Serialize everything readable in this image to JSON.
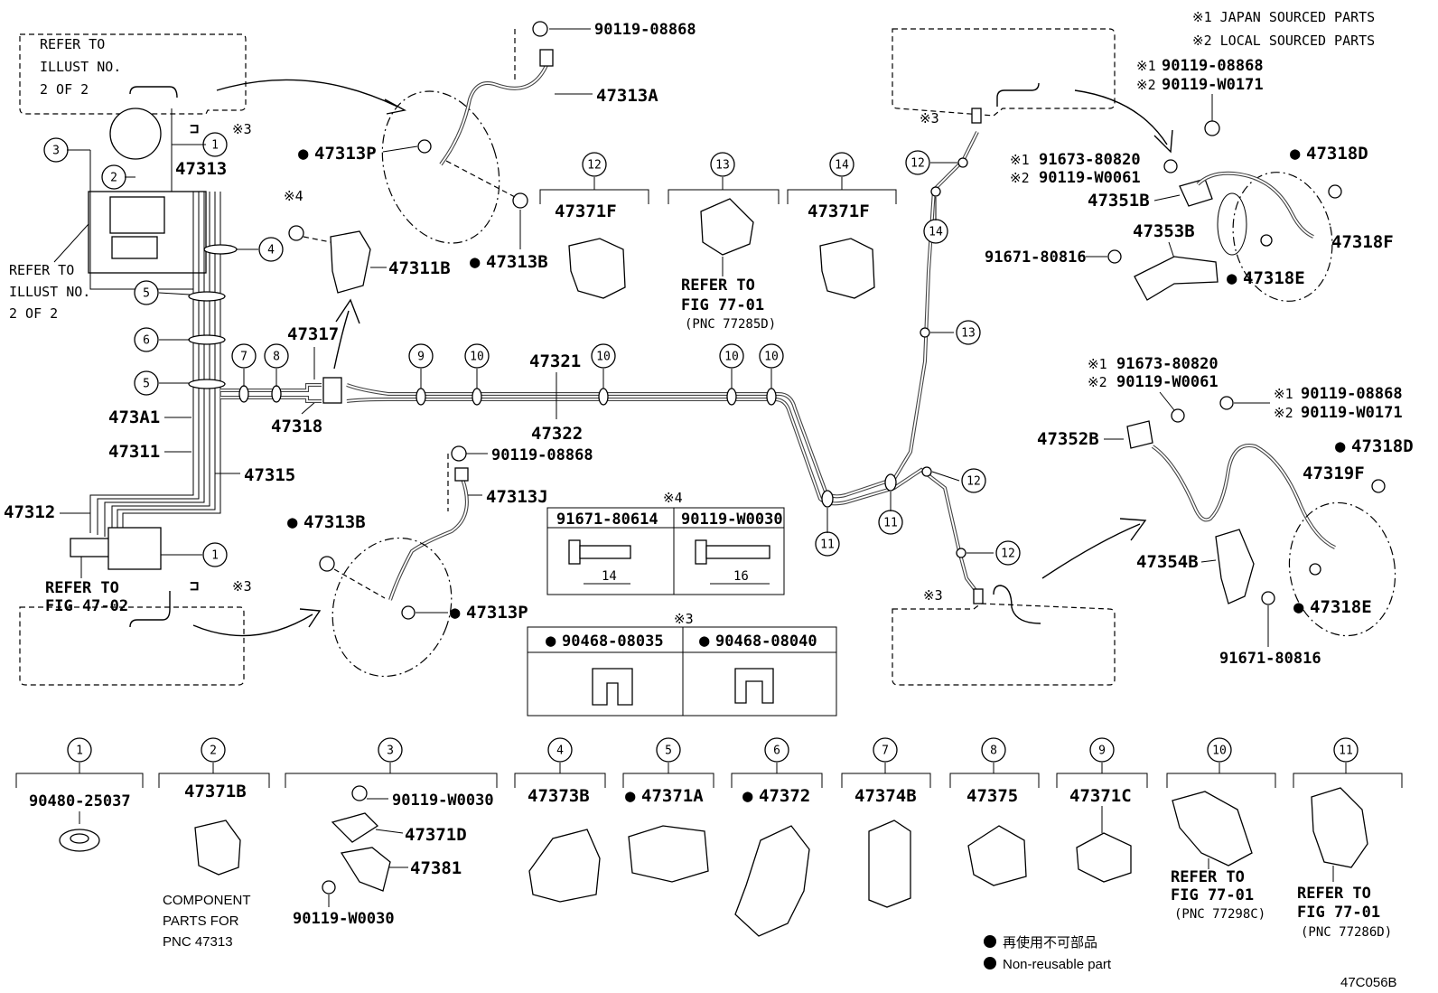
{
  "legend_top": {
    "line1": "※1 JAPAN SOURCED PARTS",
    "line2": "※2 LOCAL SOURCED PARTS"
  },
  "refer_illust": {
    "a1": "REFER TO",
    "a2": "ILLUST NO.",
    "a3": "2 OF 2"
  },
  "refer_fig_47": {
    "l1": "REFER TO",
    "l2": "FIG 47-02"
  },
  "refer_77_13": {
    "l1": "REFER TO",
    "l2": "FIG 77-01",
    "l3": "(PNC 77285D)"
  },
  "refer_77_10": {
    "l1": "REFER TO",
    "l2": "FIG 77-01",
    "l3": "(PNC 77298C)"
  },
  "refer_77_11": {
    "l1": "REFER TO",
    "l2": "FIG 77-01",
    "l3": "(PNC 77286D)"
  },
  "callouts": [
    "1",
    "2",
    "3",
    "4",
    "5",
    "6",
    "7",
    "8",
    "9",
    "10",
    "11",
    "12",
    "13",
    "14"
  ],
  "marks": {
    "m1": "※1",
    "m2": "※2",
    "m3": "※3",
    "m4": "※4",
    "dot": "●"
  },
  "parts": {
    "p90119_08868": "90119-08868",
    "p90119_W0171": "90119-W0171",
    "p90119_W0061": "90119-W0061",
    "p90119_W0030": "90119-W0030",
    "p91673_80820": "91673-80820",
    "p91671_80816": "91671-80816",
    "p91671_80614": "91671-80614",
    "p90468_08035": "90468-08035",
    "p90468_08040": "90468-08040",
    "p90480_25037": "90480-25037",
    "p47313A": "47313A",
    "p47313P": "47313P",
    "p47313B": "47313B",
    "p47313J": "47313J",
    "p47313": "47313",
    "p47311B": "47311B",
    "p47317": "47317",
    "p47318": "47318",
    "p47321": "47321",
    "p47322": "47322",
    "p473A1": "473A1",
    "p47311": "47311",
    "p47315": "47315",
    "p47312": "47312",
    "p47371F": "47371F",
    "p47318D": "47318D",
    "p47318E": "47318E",
    "p47318F": "47318F",
    "p47351B": "47351B",
    "p47353B": "47353B",
    "p47352B": "47352B",
    "p47319F": "47319F",
    "p47354B": "47354B",
    "p47371B": "47371B",
    "p47371D": "47371D",
    "p47381": "47381",
    "p47373B": "47373B",
    "p47371A": "47371A",
    "p47372": "47372",
    "p47374B": "47374B",
    "p47375": "47375",
    "p47371C": "47371C"
  },
  "dims": {
    "d14": "14",
    "d16": "16"
  },
  "component_note": {
    "l1": "COMPONENT",
    "l2": "PARTS FOR",
    "l3": "PNC 47313"
  },
  "footer_legend": {
    "jp": "再使用不可部品",
    "en": "Non-reusable part"
  },
  "figure_code": "47C056B"
}
